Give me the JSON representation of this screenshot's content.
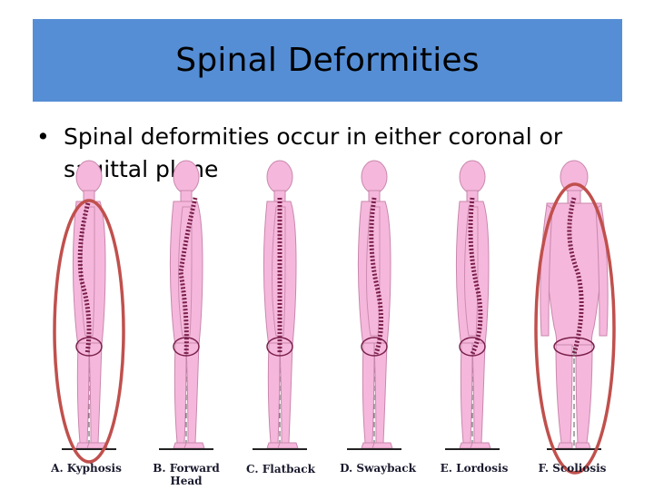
{
  "slide": {
    "title": "Spinal Deformities",
    "bullet": "Spinal deformities occur in either coronal or sagittal plane"
  },
  "figures": [
    {
      "label": "A. Kyphosis",
      "sub": ""
    },
    {
      "label": "B. Forward",
      "sub": "Head"
    },
    {
      "label": "C. Flatback",
      "sub": ""
    },
    {
      "label": "D. Swayback",
      "sub": ""
    },
    {
      "label": "E. Lordosis",
      "sub": ""
    },
    {
      "label": "F. Scoliosis",
      "sub": ""
    }
  ],
  "colors": {
    "title_bar": "#558ed5",
    "body_fill": "#f5b8dc",
    "spine": "#7a1f4a",
    "highlight_ellipse": "#c0504d"
  }
}
